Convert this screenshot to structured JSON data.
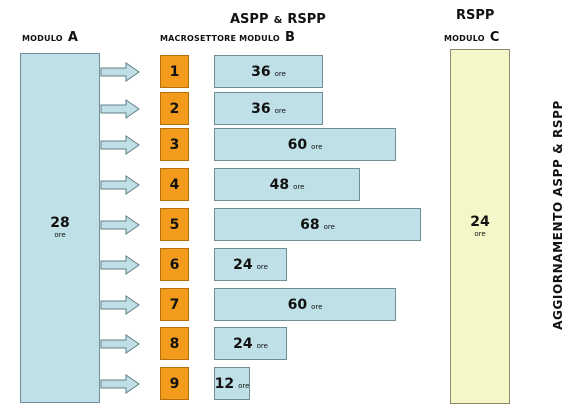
{
  "header": {
    "modulo_a_prefix": "MODULO",
    "modulo_a_letter": "A",
    "aspp_rspp_left": "ASPP",
    "aspp_rspp_amp": "&",
    "aspp_rspp_right": "RSPP",
    "macrosettore_label": "MACROSETTORE MODULO",
    "macrosettore_letter": "B",
    "rspp_title": "RSPP",
    "modulo_c_prefix": "MODULO",
    "modulo_c_letter": "C"
  },
  "modulo_a": {
    "value": "28",
    "unit": "ore"
  },
  "modulo_c": {
    "value": "24",
    "unit": "ore"
  },
  "macrosettori": [
    {
      "number": "1",
      "hours": 36,
      "label": "36",
      "unit": "ore"
    },
    {
      "number": "2",
      "hours": 36,
      "label": "36",
      "unit": "ore"
    },
    {
      "number": "3",
      "hours": 60,
      "label": "60",
      "unit": "ore"
    },
    {
      "number": "4",
      "hours": 48,
      "label": "48",
      "unit": "ore"
    },
    {
      "number": "5",
      "hours": 68,
      "label": "68",
      "unit": "ore"
    },
    {
      "number": "6",
      "hours": 24,
      "label": "24",
      "unit": "ore"
    },
    {
      "number": "7",
      "hours": 60,
      "label": "60",
      "unit": "ore"
    },
    {
      "number": "8",
      "hours": 24,
      "label": "24",
      "unit": "ore"
    },
    {
      "number": "9",
      "hours": 12,
      "label": "12",
      "unit": "ore"
    }
  ],
  "side_label": "AGGIORNAMENTO ASPP & RSPP",
  "colors": {
    "module_fill": "#bfe0e6",
    "number_fill": "#f29b1c",
    "modulo_c_fill": "#f6f7c9",
    "arrow_fill": "#bfe0e6"
  }
}
